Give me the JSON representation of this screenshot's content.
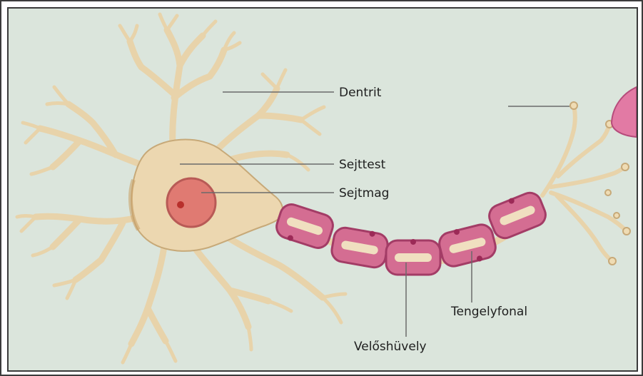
{
  "labels": {
    "dendrite": "Dentrit",
    "cell_body": "Sejttest",
    "nucleus": "Sejtmag",
    "myelin_sheath": "Velőshüvely",
    "axon": "Tengelyfonal"
  },
  "colors": {
    "background": "#dbe5dc",
    "cell": "#ecd7b0",
    "cell_outline": "#c7a978",
    "nucleus": "#e07a72",
    "myelin": "#d46d92",
    "myelin_inner": "#f0dfc0",
    "synapse": "#e27aa4"
  }
}
